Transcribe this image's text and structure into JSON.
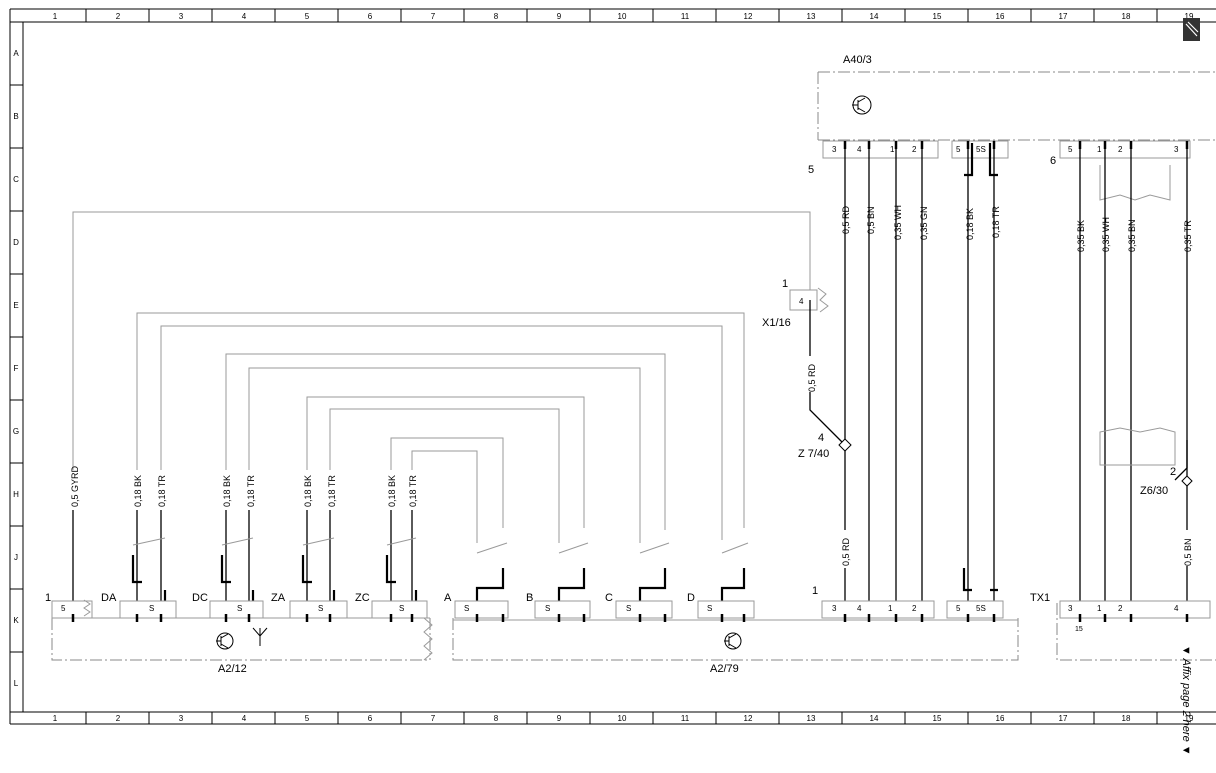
{
  "grid": {
    "columns": [
      "1",
      "2",
      "3",
      "4",
      "5",
      "6",
      "7",
      "8",
      "9",
      "10",
      "11",
      "12",
      "13",
      "14",
      "15",
      "16",
      "17",
      "18",
      "19"
    ],
    "rows": [
      "A",
      "B",
      "C",
      "D",
      "E",
      "F",
      "G",
      "H",
      "J",
      "K",
      "L"
    ]
  },
  "components": {
    "a40_3": "A40/3",
    "x1_16": "X1/16",
    "z7_40": "Z 7/40",
    "z6_30": "Z6/30",
    "a2_12": "A2/12",
    "a2_79": "A2/79",
    "tx1": "TX1"
  },
  "connector_numbers": {
    "a40_left": "5",
    "a40_right": "6",
    "x1_16_pin": "1",
    "z7_40_pin": "4",
    "z6_30_pin": "2",
    "a2_12_pin": "1",
    "a2_79_pin": "1"
  },
  "switch_labels": [
    "DA",
    "DC",
    "ZA",
    "ZC",
    "A",
    "B",
    "C",
    "D"
  ],
  "wires": {
    "left": [
      "0,5 GYRD",
      "0,18 BK",
      "0,18 TR",
      "0,18 BK",
      "0,18 TR",
      "0,18 BK",
      "0,18 TR",
      "0,18 BK",
      "0,18 TR"
    ],
    "x1_rd": "0,5 RD",
    "a40_left": [
      "0,5 RD",
      "0,5 BN",
      "0,35 WH",
      "0,35 GN",
      "0,18 BK",
      "0,18 TR"
    ],
    "a40_right": [
      "0,35 BK",
      "0,35 WH",
      "0,35 BN",
      "0,35 TR"
    ],
    "lower_rd": "0,5 RD",
    "lower_bn": "0,5 BN"
  },
  "pins": {
    "a40_left": [
      "3",
      "4",
      "1",
      "2",
      "5",
      "5S"
    ],
    "a40_right": [
      "5",
      "1",
      "2",
      "3"
    ],
    "x1_16": "4",
    "a2_12_first": "5",
    "shield": "S",
    "a2_79_right": [
      "3",
      "4",
      "1",
      "2",
      "5",
      "5S"
    ],
    "tx1": [
      "3",
      "1",
      "2",
      "4"
    ],
    "tx1_small": "15"
  },
  "note": "▼ Affix page 2 here ▼",
  "icons": [
    "transistor-icon",
    "antenna-icon",
    "camera-icon"
  ]
}
